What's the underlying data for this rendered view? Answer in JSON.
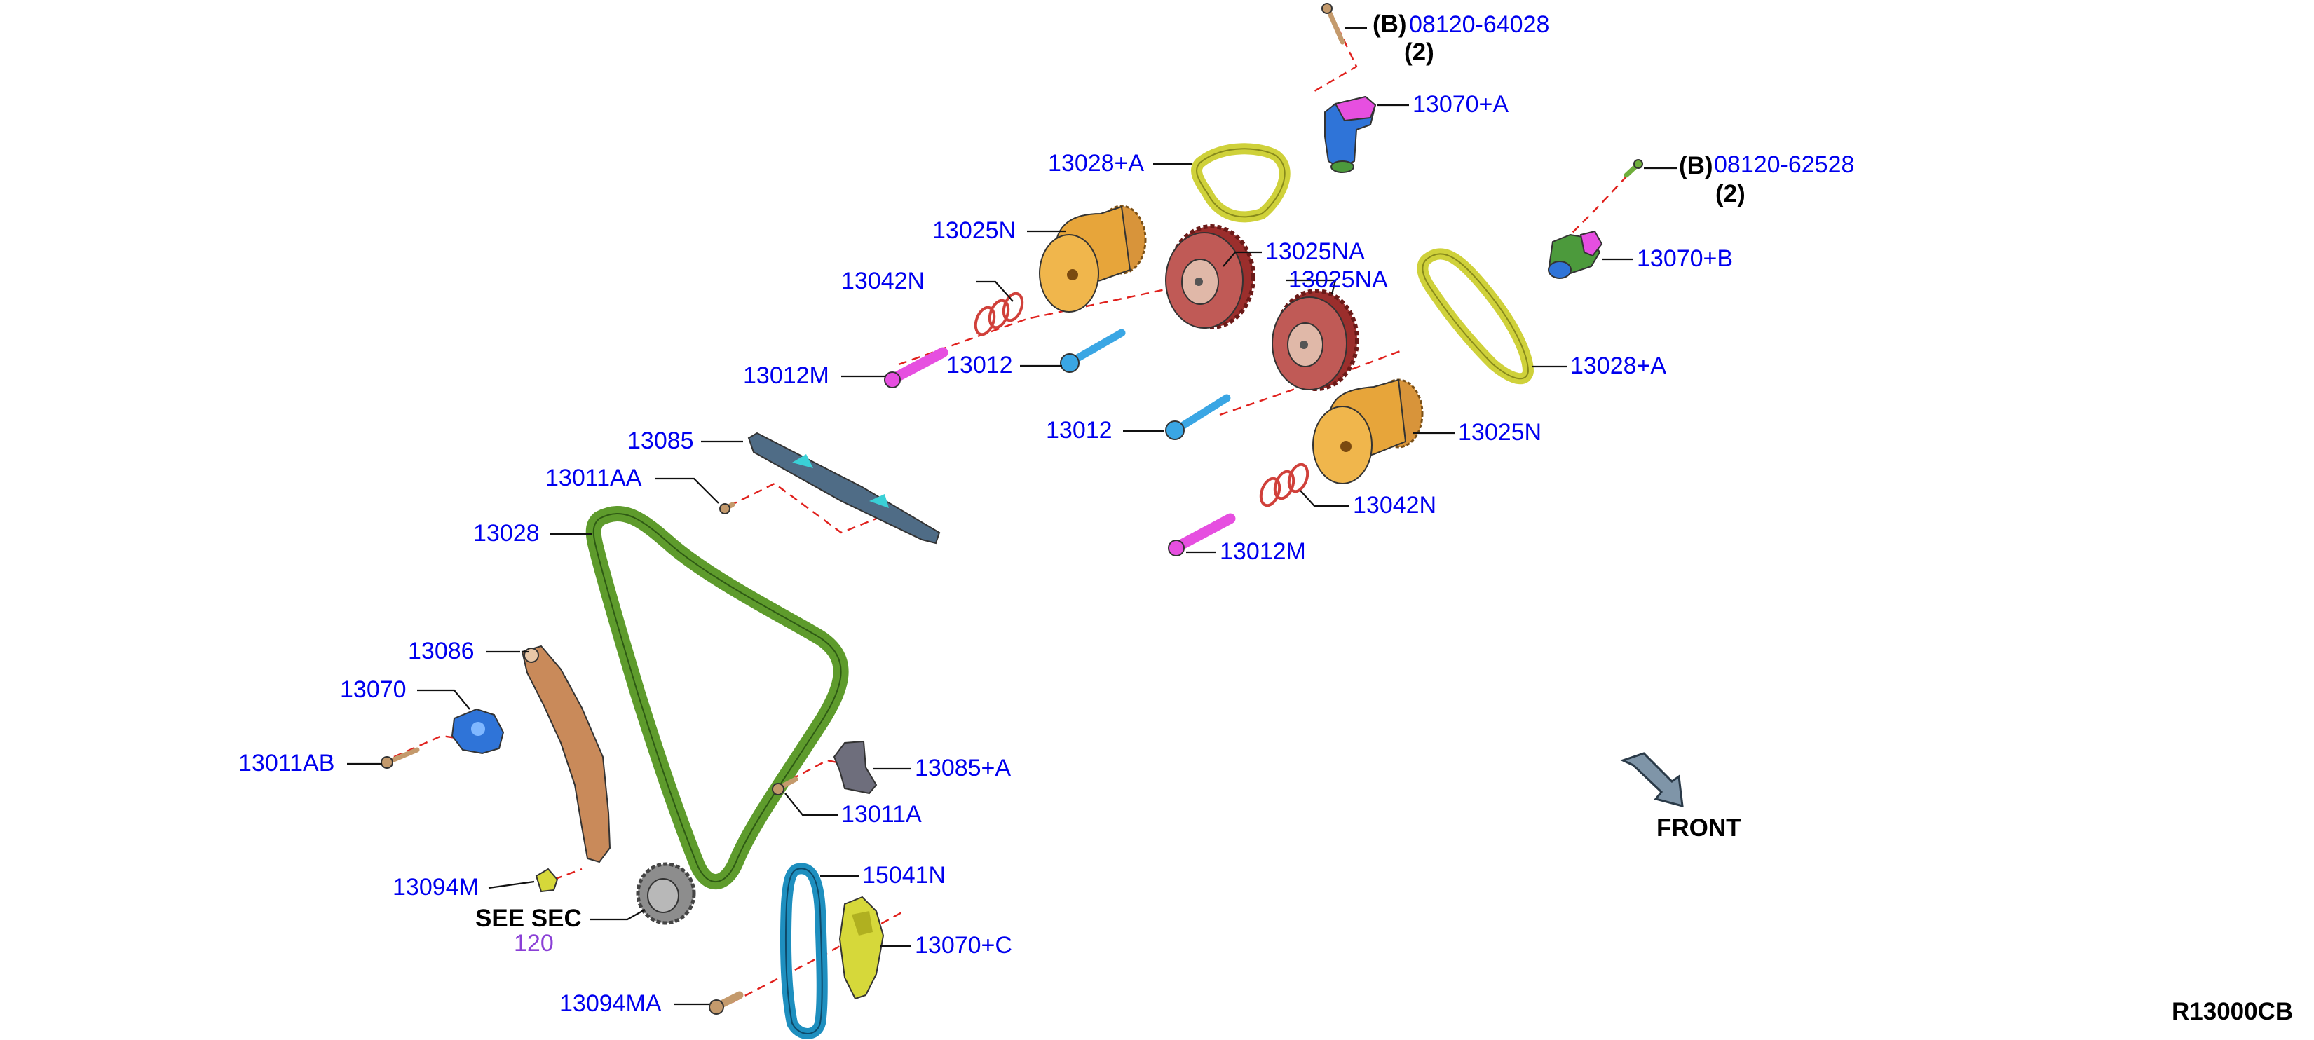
{
  "labels": {
    "p_64028": "08120-64028",
    "p_64028_b": "(B)",
    "p_64028_q": "(2)",
    "p_13070A": "13070+A",
    "p_13028A_top": "13028+A",
    "p_62528": "08120-62528",
    "p_62528_b": "(B)",
    "p_62528_q": "(2)",
    "p_13070B": "13070+B",
    "p_13025N_top": "13025N",
    "p_13025NA_1": "13025NA",
    "p_13025NA_2": "13025NA",
    "p_13042N_top": "13042N",
    "p_13012M_top": "13012M",
    "p_13012_top": "13012",
    "p_13028A_right": "13028+A",
    "p_13012_mid": "13012",
    "p_13025N_bot": "13025N",
    "p_13042N_bot": "13042N",
    "p_13012M_bot": "13012M",
    "p_13085": "13085",
    "p_13011AA": "13011AA",
    "p_13028": "13028",
    "p_13086": "13086",
    "p_13070": "13070",
    "p_13011AB": "13011AB",
    "p_13085A": "13085+A",
    "p_13011A": "13011A",
    "p_13094M": "13094M",
    "p_15041N": "15041N",
    "see_sec": "SEE SEC",
    "see_sec_num": "120",
    "p_13070C": "13070+C",
    "p_13094MA": "13094MA",
    "front": "FRONT",
    "diagram_code": "R13000CB"
  },
  "colors": {
    "label_blue": "#0000ee",
    "ref_purple": "#8a3fd6",
    "leader": "#111111",
    "dashed_center": "#e0201c",
    "chain_green": "#5e9b2c",
    "chain_yellow": "#d6d83a",
    "chain_blue": "#1e8fbf",
    "sprocket_gold": "#e7a53a",
    "sprocket_red": "#b84a48",
    "bolt_magenta": "#e64fe0",
    "bolt_cyan": "#3aa6e4",
    "tensioner_brown": "#c98a5a",
    "tensioner_blue": "#2f74d8",
    "guide_steel": "#4f6c86",
    "bracket_gray": "#6e6e7c"
  },
  "icons": {
    "front_arrow": "front-arrow-icon"
  }
}
